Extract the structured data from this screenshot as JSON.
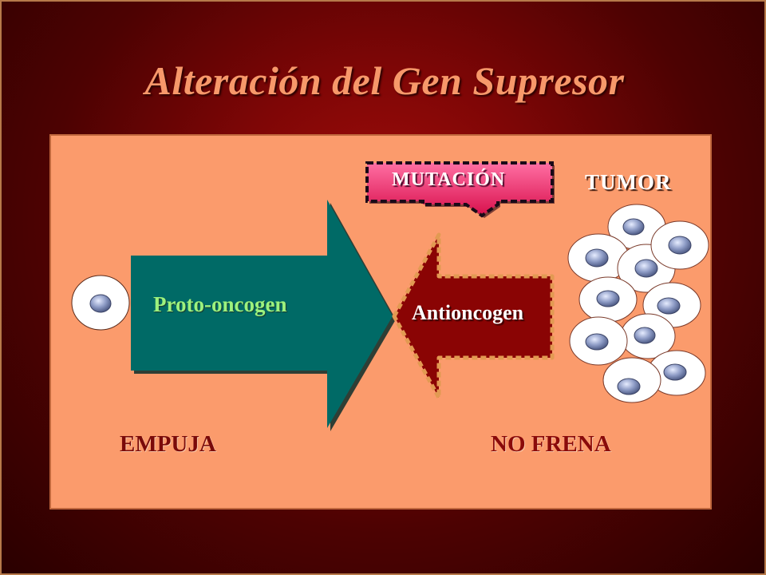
{
  "slide": {
    "title": "Alteración del Gen Supresor"
  },
  "diagram": {
    "proto_oncogen_label": "Proto-oncogen",
    "antioncogen_label": "Antioncogen",
    "mutacion_label": "MUTACIÓN",
    "tumor_label": "TUMOR",
    "empuja_label": "EMPUJA",
    "no_frena_label": "NO FRENA"
  },
  "colors": {
    "title": "#f7986a",
    "panel": "#fb9b6c",
    "proto_arrow": "#006a66",
    "anti_arrow": "#8a0404",
    "mutacion_box": "#e8195a",
    "cell_nucleus": "#6f7ea8"
  }
}
